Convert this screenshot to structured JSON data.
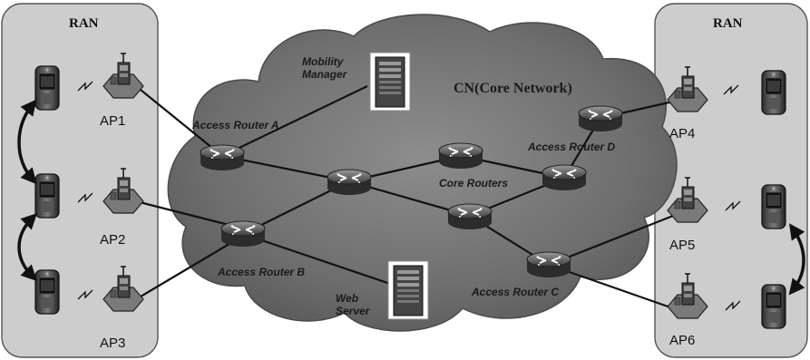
{
  "ran_left": {
    "title": "RAN",
    "aps": [
      "AP1",
      "AP2",
      "AP3"
    ]
  },
  "ran_right": {
    "title": "RAN",
    "aps": [
      "AP4",
      "AP5",
      "AP6"
    ]
  },
  "core_network": {
    "title": "CN(Core Network)"
  },
  "mobility_manager": {
    "label_line1": "Mobility",
    "label_line2": "Manager"
  },
  "routers": {
    "a": "Access Router A",
    "b": "Access Router B",
    "c": "Access Router C",
    "d": "Access Router D",
    "core": "Core Routers"
  },
  "server": {
    "label_line1": "Web",
    "label_line2": "Server"
  }
}
